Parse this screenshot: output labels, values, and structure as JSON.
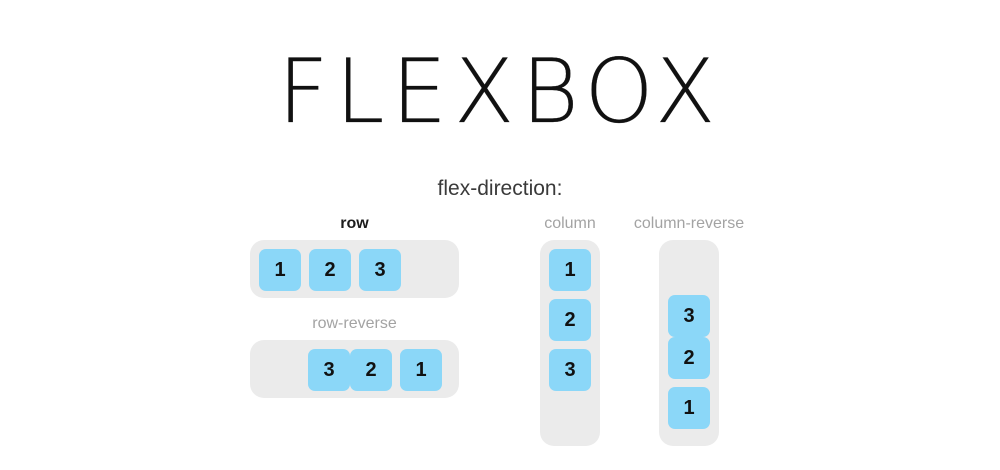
{
  "page": {
    "title": "FLEXBOX",
    "subtitle": "flex-direction:",
    "background_color": "#ffffff"
  },
  "colors": {
    "item_blue": "#8bd7f8",
    "container_gray": "#ebebeb",
    "label_active": "#1c1c1c",
    "label_muted": "#a3a3a3",
    "title_color": "#111111",
    "subtitle_color": "#3a3a3a"
  },
  "demos": [
    {
      "id": "row",
      "label": "row",
      "label_style": "active",
      "direction": "row",
      "items": [
        "1",
        "2",
        "3"
      ],
      "visual_order": [
        "1",
        "2",
        "3"
      ]
    },
    {
      "id": "row-reverse",
      "label": "row-reverse",
      "label_style": "muted",
      "direction": "row-reverse",
      "items": [
        "1",
        "2",
        "3"
      ],
      "visual_order": [
        "3",
        "2",
        "1"
      ]
    },
    {
      "id": "column",
      "label": "column",
      "label_style": "muted",
      "direction": "column",
      "items": [
        "1",
        "2",
        "3"
      ],
      "visual_order": [
        "1",
        "2",
        "3"
      ]
    },
    {
      "id": "column-reverse",
      "label": "column-reverse",
      "label_style": "muted",
      "direction": "column-reverse",
      "items": [
        "1",
        "2",
        "3"
      ],
      "visual_order": [
        "3",
        "2",
        "1"
      ]
    }
  ]
}
